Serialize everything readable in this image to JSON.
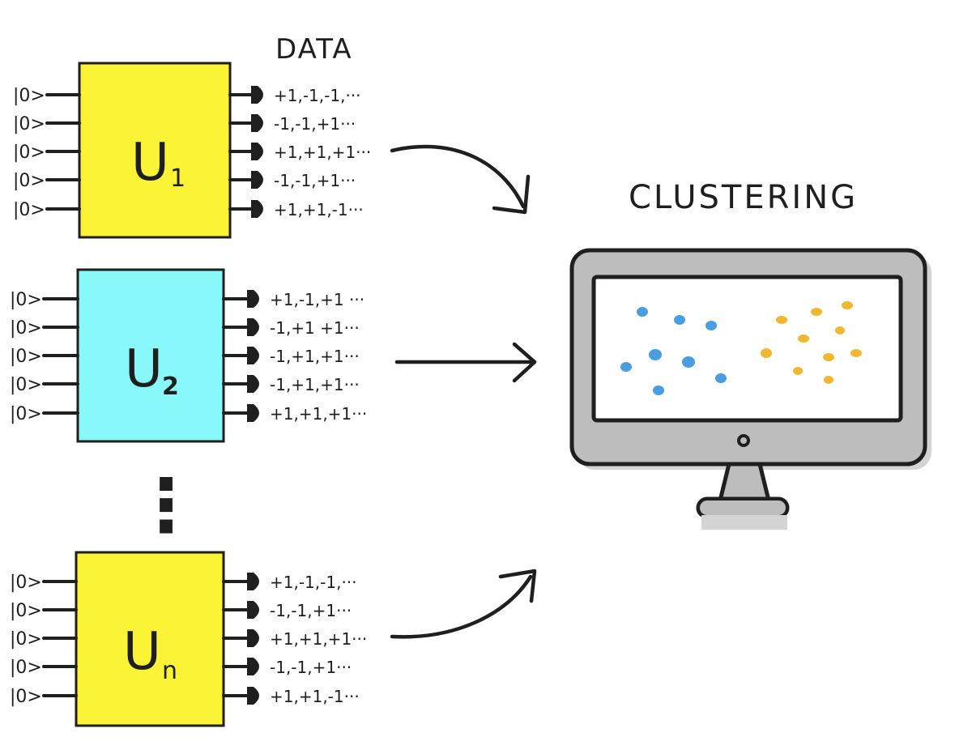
{
  "header": {
    "data_label": "DATA"
  },
  "clustering_label": "CLUSTERING",
  "colors": {
    "yellow": "#fbf336",
    "cyan": "#88f8fb",
    "monitor_gray": "#bdbdbd",
    "dot_blue": "#4a9ee0",
    "dot_orange": "#f2b731"
  },
  "devices": [
    {
      "label": "U",
      "subscript": "1",
      "color": "yellow",
      "inputs": [
        "|0>",
        "|0>",
        "|0>",
        "|0>",
        "|0>"
      ],
      "outputs": [
        "+1,-1,-1,···",
        "-1,-1,+1···",
        "+1,+1,+1···",
        "-1,-1,+1···",
        "+1,+1,-1···"
      ]
    },
    {
      "label": "U",
      "subscript": "2",
      "color": "cyan",
      "inputs": [
        "|0>",
        "|0>",
        "|0>",
        "|0>",
        "|0>"
      ],
      "outputs": [
        "+1,-1,+1 ···",
        "-1,+1 +1···",
        "-1,+1,+1···",
        "-1,+1,+1···",
        "+1,+1,+1···"
      ]
    },
    {
      "label": "U",
      "subscript": "n",
      "color": "yellow",
      "inputs": [
        "|0>",
        "|0>",
        "|0>",
        "|0>",
        "|0>"
      ],
      "outputs": [
        "+1,-1,-1,···",
        "-1,-1,+1···",
        "+1,+1,+1···",
        "-1,-1,+1···",
        "+1,+1,-1···"
      ]
    }
  ],
  "ellipsis": "⋮"
}
